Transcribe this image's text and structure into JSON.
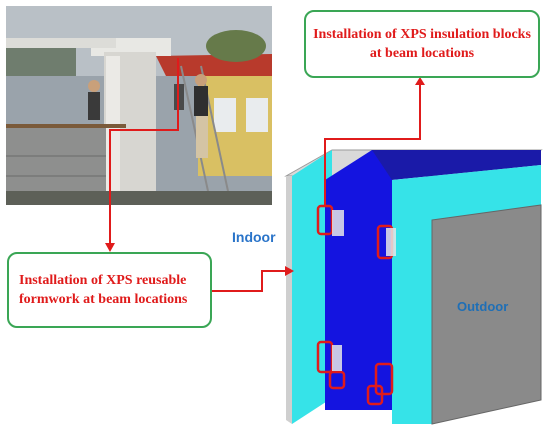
{
  "callouts": {
    "top": "Installation of XPS insulation blocks at beam locations",
    "left": "Installation of XPS reusable formwork at beam locations"
  },
  "labels": {
    "indoor": "Indoor",
    "outdoor": "Outdoor"
  },
  "colors": {
    "arrow": "#e01b1b",
    "callout_border": "#3aa655",
    "xps_panel": "#36e3e8",
    "concrete_core": "#1414e0",
    "end_panel": "#8a8a8a",
    "label_text": "#2a74c9"
  }
}
